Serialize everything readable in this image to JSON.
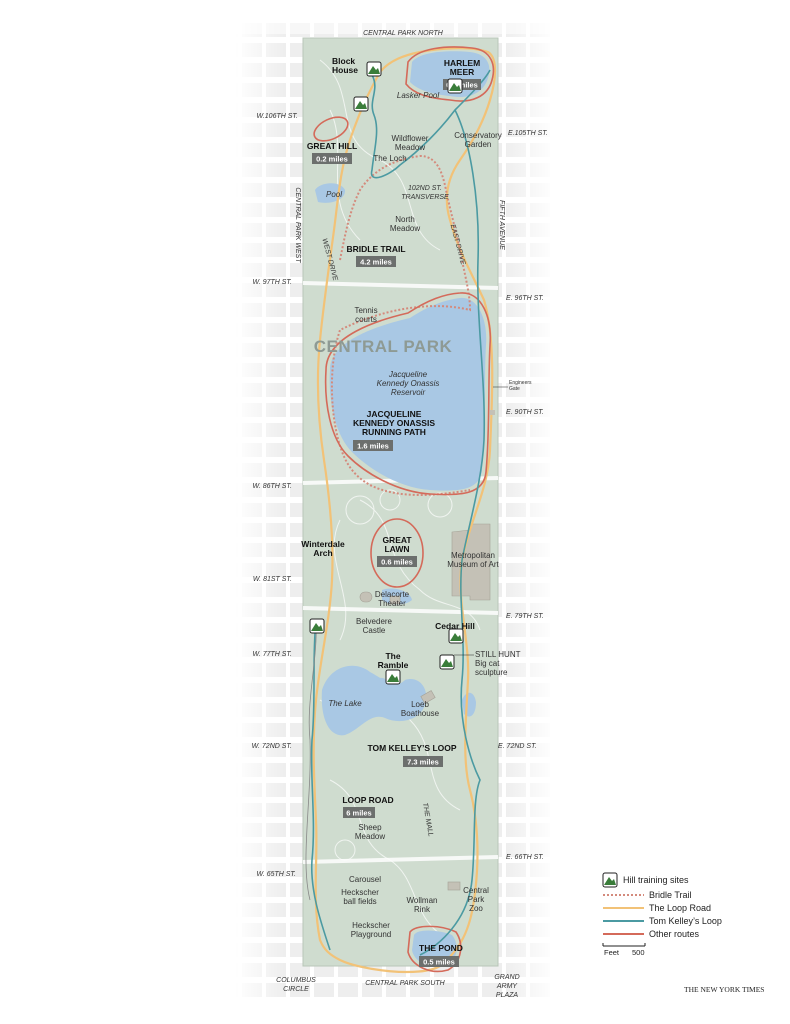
{
  "park_name": "CENTRAL PARK",
  "streets": {
    "north": "CENTRAL PARK NORTH",
    "south": "CENTRAL PARK SOUTH",
    "west": "CENTRAL PARK WEST",
    "east": "FIFTH AVENUE",
    "columbus_1": "COLUMBUS",
    "columbus_2": "CIRCLE",
    "gap_1": "GRAND",
    "gap_2": "ARMY",
    "gap_3": "PLAZA",
    "w106": "W.106TH ST.",
    "w97": "W. 97TH ST.",
    "w86": "W. 86TH ST.",
    "w81": "W. 81ST ST.",
    "w77": "W. 77TH ST.",
    "w72": "W. 72ND ST.",
    "w65": "W. 65TH ST.",
    "e105": "E.105TH ST.",
    "e96": "E. 96TH ST.",
    "e90": "E. 90TH ST.",
    "e79": "E. 79TH ST.",
    "e72": "E. 72ND ST.",
    "e66": "E. 66TH ST.",
    "west_drive": "WEST DRIVE",
    "east_drive": "EAST DRIVE",
    "the_mall": "THE MALL",
    "transverse_1": "102ND ST.",
    "transverse_2": "TRANSVERSE"
  },
  "places": {
    "block_house_1": "Block",
    "block_house_2": "House",
    "lasker_pool": "Lasker Pool",
    "wildflower_1": "Wildflower",
    "wildflower_2": "Meadow",
    "the_loch": "The Loch",
    "conservatory_1": "Conservatory",
    "conservatory_2": "Garden",
    "pool": "Pool",
    "north_meadow_1": "North",
    "north_meadow_2": "Meadow",
    "tennis_1": "Tennis",
    "tennis_2": "courts",
    "reservoir_1": "Jacqueline",
    "reservoir_2": "Kennedy Onassis",
    "reservoir_3": "Reservoir",
    "engineers_1": "Engineers",
    "engineers_2": "Gate",
    "winterdale_1": "Winterdale",
    "winterdale_2": "Arch",
    "met_1": "Metropolitan",
    "met_2": "Museum of Art",
    "delacorte_1": "Delacorte",
    "delacorte_2": "Theater",
    "belvedere_1": "Belvedere",
    "belvedere_2": "Castle",
    "cedar_hill": "Cedar Hill",
    "still_hunt_1": "STILL HUNT",
    "still_hunt_2": "Big cat",
    "still_hunt_3": "sculpture",
    "ramble_1": "The",
    "ramble_2": "Ramble",
    "the_lake": "The Lake",
    "loeb_1": "Loeb",
    "loeb_2": "Boathouse",
    "sheep_1": "Sheep",
    "sheep_2": "Meadow",
    "carousel": "Carousel",
    "heckscher_fields_1": "Heckscher",
    "heckscher_fields_2": "ball fields",
    "wollman_1": "Wollman",
    "wollman_2": "Rink",
    "zoo_1": "Central",
    "zoo_2": "Park",
    "zoo_3": "Zoo",
    "heckscher_play_1": "Heckscher",
    "heckscher_play_2": "Playground"
  },
  "routes": {
    "harlem_meer_1": "HARLEM",
    "harlem_meer_2": "MEER",
    "harlem_meer_dist": "0.9 miles",
    "great_hill": "GREAT HILL",
    "great_hill_dist": "0.2 miles",
    "bridle": "BRIDLE TRAIL",
    "bridle_dist": "4.2 miles",
    "reservoir_path_1": "JACQUELINE",
    "reservoir_path_2": "KENNEDY ONASSIS",
    "reservoir_path_3": "RUNNING PATH",
    "reservoir_path_dist": "1.6 miles",
    "great_lawn_1": "GREAT",
    "great_lawn_2": "LAWN",
    "great_lawn_dist": "0.6 miles",
    "tom_kelley": "TOM KELLEY’S LOOP",
    "tom_kelley_dist": "7.3 miles",
    "loop_road": "LOOP ROAD",
    "loop_road_dist": "6 miles",
    "the_pond": "THE POND",
    "the_pond_dist": "0.5 miles"
  },
  "legend": {
    "hill_sites": "Hill training sites",
    "bridle": "Bridle Trail",
    "loop_road": "The Loop Road",
    "tom_kelley": "Tom Kelley’s Loop",
    "other": "Other routes",
    "scale_unit": "Feet",
    "scale_value": "500"
  },
  "credit": "THE NEW YORK TIMES",
  "colors": {
    "park": "#cfdccf",
    "water": "#a9c8e4",
    "bridle": "#d48a7c",
    "loop_road": "#f2c277",
    "tom_kelley": "#4b9aa2",
    "other": "#d46a5a",
    "badge": "#6c6f6d",
    "hill_icon": "#3a7d3a"
  }
}
